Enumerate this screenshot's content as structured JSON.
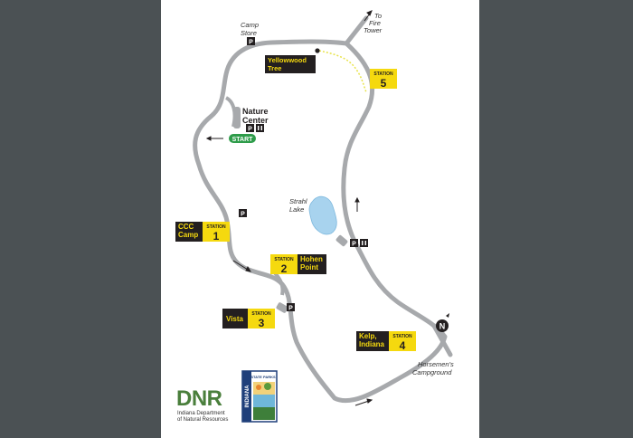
{
  "map": {
    "camp_store": [
      "Camp",
      "Store"
    ],
    "to_fire_tower": [
      "To",
      "Fire",
      "Tower"
    ],
    "nature_center": [
      "Nature",
      "Center"
    ],
    "start": "START",
    "strahl_lake": [
      "Strahl",
      "Lake"
    ],
    "horsemen": [
      "Horsemen's",
      "Campground"
    ],
    "parking_glyph": "P",
    "north_glyph": "N",
    "yellowwood": [
      "Yellowwood",
      "Tree"
    ],
    "station_word": "STATION",
    "stations": [
      {
        "number": "1",
        "name": [
          "CCC",
          "Camp"
        ]
      },
      {
        "number": "2",
        "name": [
          "Hohen",
          "Point"
        ]
      },
      {
        "number": "3",
        "name": [
          "Vista"
        ]
      },
      {
        "number": "4",
        "name": [
          "Kelp,",
          "Indiana"
        ]
      },
      {
        "number": "5",
        "name": []
      }
    ],
    "dnr": {
      "logo": "DNR",
      "line1": "Indiana Department",
      "line2": "of Natural Resources"
    },
    "state_parks": {
      "state": "INDIANA",
      "text": "STATE PARKS"
    }
  },
  "colors": {
    "road": "#a7a9ac",
    "station_yellow": "#f5d90f",
    "station_black": "#231f20",
    "start_green": "#2e9c4a",
    "lake": "#a8d3ee",
    "dnr_green": "#4a7f3c"
  }
}
